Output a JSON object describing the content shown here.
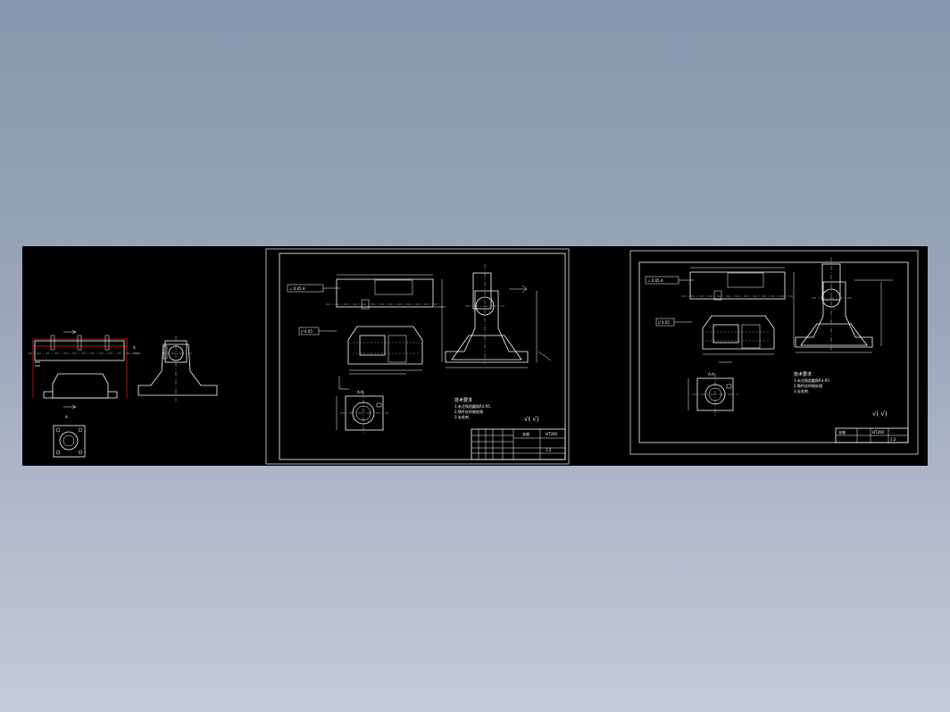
{
  "viewer": {
    "background_gradient": [
      "#8797ad",
      "#c4cbd7"
    ],
    "canvas_color": "#000000",
    "line_color": "#ffffff",
    "accent_color": "#d02020"
  },
  "sheet1": {
    "view_labels": [
      "A",
      "A"
    ]
  },
  "sheet2": {
    "callout_a": "⊥ 0.05 A",
    "callout_b": "// 0.05",
    "section_label": "A-A",
    "notes_title": "技术要求",
    "notes": [
      "1.未注铸造圆角R3-R5.",
      "2.铸件应时效处理.",
      "3.去毛刺."
    ],
    "roughness": "√( √)",
    "title_block": {
      "name": "支座",
      "material": "HT200",
      "scale": "1:2"
    }
  },
  "sheet3": {
    "callout_a": "⊥ 0.05 A",
    "callout_b": "// 0.05",
    "section_label": "A-A",
    "notes_title": "技术要求",
    "notes": [
      "1.未注铸造圆角R3-R5.",
      "2.铸件应时效处理.",
      "3.去毛刺."
    ],
    "roughness": "√( √)",
    "title_block": {
      "name": "支座",
      "material": "HT200",
      "scale": "1:2"
    }
  }
}
